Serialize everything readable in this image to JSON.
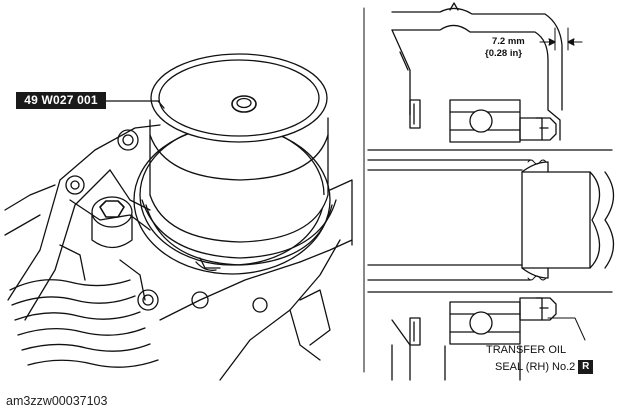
{
  "figure": {
    "tool_number": "49 W027 001",
    "dimension": {
      "metric": "7.2 mm",
      "imperial": "{0.28 in}"
    },
    "seal_label": {
      "line1": "TRANSFER OIL",
      "line2": "SEAL (RH) No.2",
      "badge": "R"
    }
  },
  "caption": "am3zzw00037103"
}
